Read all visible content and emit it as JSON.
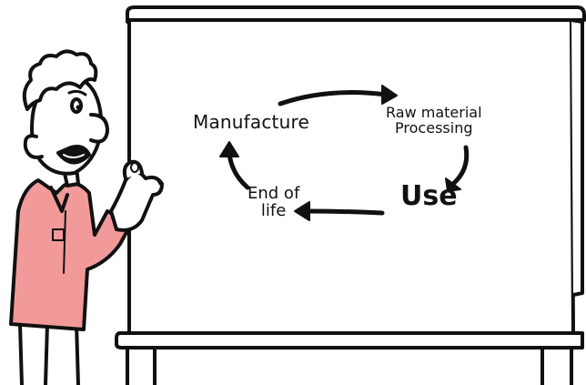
{
  "diagram": {
    "nodes": {
      "manufacture": "Manufacture",
      "raw_material_line1": "Raw material",
      "raw_material_line2": "Processing",
      "use": "Use",
      "end_of_life_line1": "End of",
      "end_of_life_line2": "life"
    },
    "edges": [
      {
        "from": "Manufacture",
        "to": "Raw material Processing"
      },
      {
        "from": "Raw material Processing",
        "to": "Use"
      },
      {
        "from": "Use",
        "to": "End of life"
      },
      {
        "from": "End of life",
        "to": "Manufacture"
      }
    ]
  },
  "colors": {
    "outline": "#111111",
    "board": "#ffffff",
    "shirt": "#f29a9a",
    "skin": "#ffffff",
    "pants": "#ffffff"
  },
  "icons": [
    "presenter-figure",
    "whiteboard"
  ]
}
